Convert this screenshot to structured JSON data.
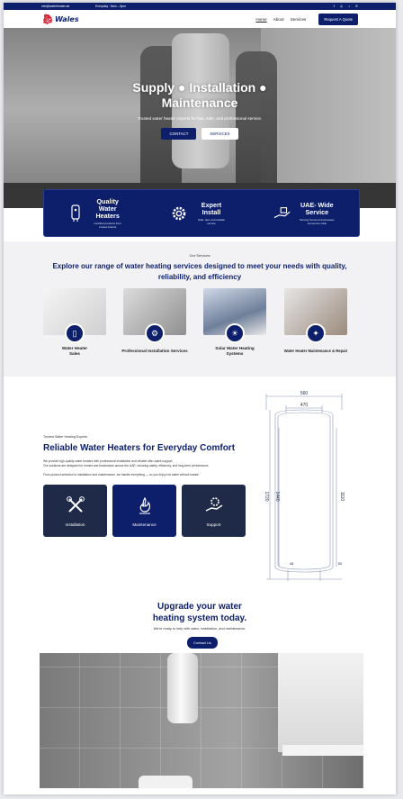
{
  "topbar": {
    "email": "info@waterheater.ae",
    "hours": "Everyday : 8am – 8pm",
    "socials": [
      {
        "icon": "facebook-icon",
        "glyph": "f"
      },
      {
        "icon": "instagram-icon",
        "glyph": "◎"
      },
      {
        "icon": "tiktok-icon",
        "glyph": "♪"
      },
      {
        "icon": "whatsapp-icon",
        "glyph": "✆"
      }
    ]
  },
  "header": {
    "logo_text": "Wales",
    "nav": [
      "Home",
      "About",
      "Services"
    ],
    "quote_button": "Request A Quote"
  },
  "hero": {
    "title": "Supply ● Installation ● Maintenance",
    "subtitle": "Trusted water heater experts for fast, safe, and professional service.",
    "btn_contact": "CONTACT",
    "btn_services": "SERVICES"
  },
  "features": [
    {
      "title": "Quality Water Heaters",
      "subtitle": "Certified products from trusted brands",
      "icon": "water-heater-icon"
    },
    {
      "title": "Expert Install",
      "subtitle": "Safe, fast, and reliable service",
      "icon": "gear-icon"
    },
    {
      "title": "UAE- Wide Service",
      "subtitle": "Serving homes & businesses across the UAE",
      "icon": "delivery-hand-icon"
    }
  ],
  "services": {
    "eyebrow": "Our Services",
    "heading": "Explore our range of water heating services designed to meet your needs with quality, reliability, and efficiency",
    "items": [
      {
        "label": "Water Heater Sales",
        "icon": "water-heater-icon",
        "glyph": "▯"
      },
      {
        "label": "Professional Installation Services",
        "icon": "gear-icon",
        "glyph": "⚙"
      },
      {
        "label": "Solar Water Heating Systems",
        "icon": "solar-panel-icon",
        "glyph": "☀"
      },
      {
        "label": "Water Heater Maintenance & Repair",
        "icon": "wrench-icon",
        "glyph": "✦"
      }
    ]
  },
  "about": {
    "eyebrow": "Trusted Water Heating Experts",
    "title": "Reliable Water Heaters for Everyday Comfort",
    "p1": "We provide high-quality water heaters with professional installation and reliable after-sales support.",
    "p2": "Our solutions are designed for homes and businesses across the UAE, ensuring safety, efficiency, and long-term performance.",
    "p3": "From product selection to installation and maintenance, we handle everything — so you enjoy hot water without hassle.",
    "cards": [
      {
        "label": "Installation",
        "icon": "tools-icon",
        "glyph": "✕"
      },
      {
        "label": "Maintenance",
        "icon": "flame-icon",
        "glyph": "♨"
      },
      {
        "label": "Support",
        "icon": "support-hand-icon",
        "glyph": "⚙"
      }
    ]
  },
  "diagram": {
    "dims": [
      "560",
      "470",
      "1720",
      "1440",
      "1110",
      "48",
      "50"
    ]
  },
  "cta": {
    "title": "Upgrade your water heating system today.",
    "subtitle": "We're ready to help with sales, installation, and maintenance.",
    "button": "Contact Us"
  },
  "colors": {
    "navy": "#0d1f6b",
    "accent_red": "#d21b2b",
    "card_dark": "#1e2a47"
  }
}
